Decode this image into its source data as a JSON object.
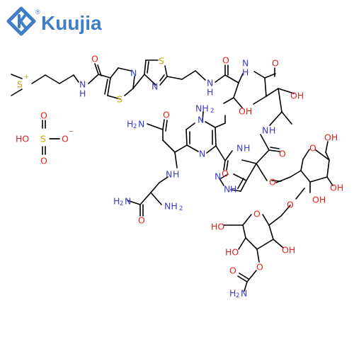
{
  "brand": {
    "name": "Kuujia",
    "registered_mark": "®",
    "color": "#3f7ec6"
  },
  "atom_colors": {
    "N": "#3a3ad8",
    "O": "#e0241f",
    "S": "#c8a400",
    "C": "#000000"
  },
  "labels": {
    "sulfonium": "S",
    "sulfonium_charge": "+",
    "sulfate_ho": "HO",
    "sulfate_s": "S",
    "sulfate_o_top": "O",
    "sulfate_o_bottom": "O",
    "sulfate_o_right": "O",
    "sulfate_charge": "−",
    "nh_amide1": "N",
    "h_amide1": "H",
    "o_amide1": "O",
    "thz1_s": "S",
    "thz1_n": "N",
    "thz2_s": "S",
    "thz2_n": "N",
    "nh_amide2": "N",
    "h_amide2": "H",
    "o_amide2": "O",
    "nh_thr": "N",
    "h_thr": "H",
    "oh_thr": "OH",
    "o_amide3": "O",
    "oh_valerate": "OH",
    "nh_val": "N",
    "h_val": "H",
    "nh2_pyr": "NH",
    "nh2_pyr_sub": "2",
    "pyr_n1": "N",
    "pyr_n2": "N",
    "h2n_top": "H",
    "h2n_top_sub": "2",
    "h2n_top_n": "N",
    "o_asn": "O",
    "nh_center": "N",
    "h_center": "H",
    "nh_his": "N",
    "h_his": "H",
    "o_his": "O",
    "im_n": "N",
    "im_nh": "N",
    "im_h": "H",
    "o_pyr_amide": "O",
    "h2n_bottom": "H",
    "h2n_bottom_sub": "2",
    "h2n_bottom_n": "N",
    "nh2_bottom": "NH",
    "nh2_bottom_sub": "2",
    "o_bottom_amide": "O",
    "o_link": "O",
    "oh_sug1_top": "OH",
    "sug1_ring_o": "O",
    "oh_sug1_r1": "OH",
    "oh_sug1_r2": "OH",
    "o_glyco": "O",
    "ho_sug2": "HO",
    "sug2_ring_o": "O",
    "ho_sug2_l": "HO",
    "oh_sug2_r": "OH",
    "o_carb": "O",
    "o_carb_dbl": "O",
    "h2n_carb": "H",
    "h2n_carb_sub": "2",
    "h2n_carb_n": "N",
    "dimethyl_s": "S"
  }
}
